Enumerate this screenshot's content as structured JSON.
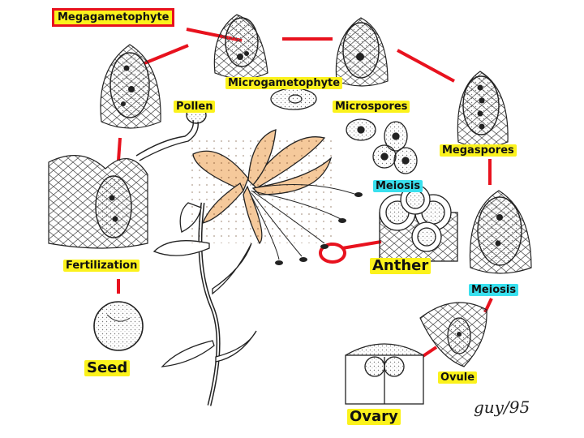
{
  "labels": {
    "megagametophyte": "Megagametophyte",
    "microgametophyte": "Microgametophyte",
    "pollen": "Pollen",
    "microspores": "Microspores",
    "megaspores": "Megaspores",
    "meiosis_top": "Meiosis",
    "meiosis_right": "Meiosis",
    "anther": "Anther",
    "fertilization": "Fertilization",
    "seed": "Seed",
    "ovule": "Ovule",
    "ovary": "Ovary"
  },
  "signature": "guy/95",
  "colors": {
    "highlight_yellow": "#fbf21c",
    "highlight_cyan": "#39e0ee",
    "connector_red": "#e8121e",
    "petal_orange": "#f5c99b",
    "cell_stipple": "#888888"
  }
}
